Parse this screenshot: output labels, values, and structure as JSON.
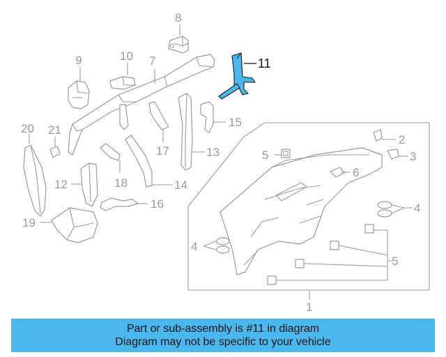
{
  "diagram": {
    "callouts": {
      "c1": "1",
      "c2": "2",
      "c3": "3",
      "c4a": "4",
      "c4b": "4",
      "c5a": "5",
      "c5b": "5",
      "c6": "6",
      "c7": "7",
      "c8": "8",
      "c9": "9",
      "c10": "10",
      "c11": "11",
      "c12": "12",
      "c13": "13",
      "c14": "14",
      "c15": "15",
      "c16": "16",
      "c17": "17",
      "c18": "18",
      "c19": "19",
      "c20": "20",
      "c21": "21"
    },
    "highlight_part": "11",
    "colors": {
      "highlight": "#4bb7ef",
      "line": "#9a9a9a",
      "banner": "#4bb7ef"
    }
  },
  "banner": {
    "line1": "Part or sub-assembly is #11 in diagram",
    "line2": "Diagram may not be specific to your vehicle"
  }
}
